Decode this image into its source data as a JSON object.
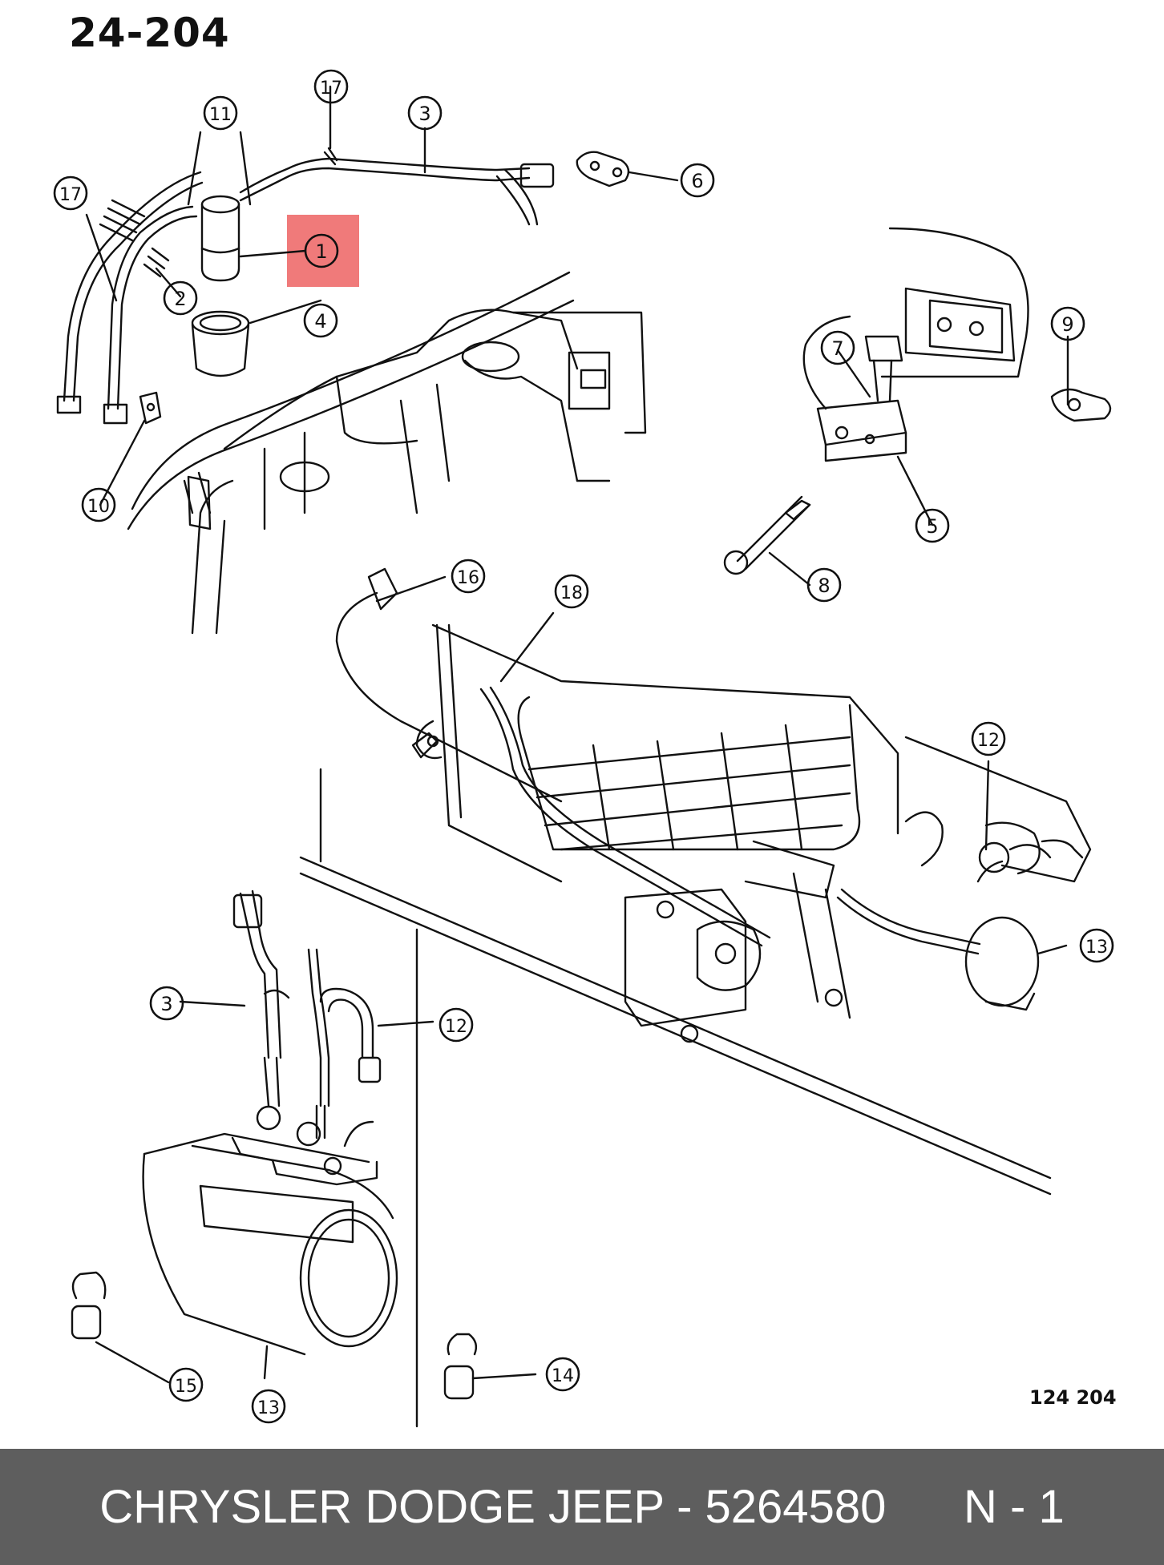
{
  "diagram_code": "24-204",
  "reference_code": "124  204",
  "highlight_color": "#f07a7a",
  "highlighted_callout": "1",
  "callouts": [
    "1",
    "2",
    "3",
    "4",
    "5",
    "6",
    "7",
    "8",
    "9",
    "10",
    "11",
    "12",
    "13",
    "14",
    "15",
    "16",
    "17",
    "18"
  ],
  "callout_labels": {
    "c1": "1",
    "c2": "2",
    "c3a": "3",
    "c3b": "3",
    "c4": "4",
    "c5": "5",
    "c6": "6",
    "c7": "7",
    "c8": "8",
    "c9": "9",
    "c10": "10",
    "c11": "11",
    "c12a": "12",
    "c12b": "12",
    "c13a": "13",
    "c13b": "13",
    "c14": "14",
    "c15": "15",
    "c16": "16",
    "c17a": "17",
    "c17b": "17",
    "c18": "18"
  },
  "footer": {
    "text": "CHRYSLER DODGE JEEP - 5264580      N - 1",
    "background": "#5e5e5e"
  }
}
